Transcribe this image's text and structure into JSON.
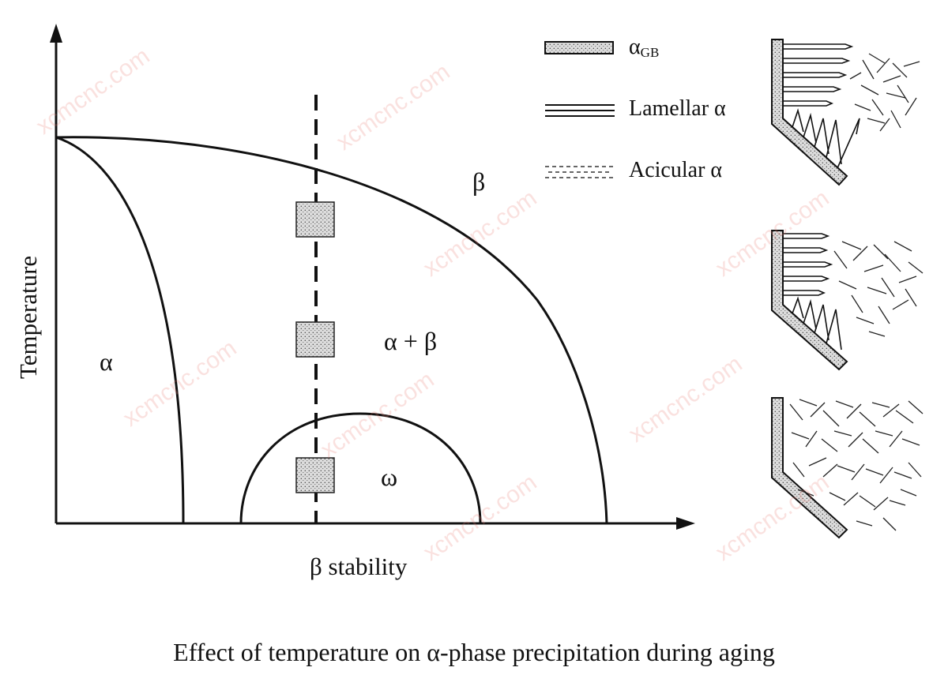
{
  "axes": {
    "x_label": "β stability",
    "y_label": "Temperature"
  },
  "regions": {
    "alpha": "α",
    "beta": "β",
    "alpha_beta": "α + β",
    "omega": "ω"
  },
  "legend": {
    "grain_boundary_symbol": "α",
    "grain_boundary_sub": "GB",
    "lamellar": "Lamellar α",
    "acicular": "Acicular α"
  },
  "caption": "Effect of temperature on α-phase precipitation during aging",
  "watermark": "xcmcnc.com",
  "colors": {
    "line": "#111111",
    "stipple_fill": "#d9d9d9",
    "watermark": "#e8786e"
  },
  "precipitate_markers": [
    "high-temperature",
    "mid-temperature",
    "low-temperature"
  ],
  "microstructures": [
    {
      "stage": "high-temperature",
      "features": [
        "grain-boundary-alpha",
        "lamellar-alpha",
        "acicular-alpha"
      ]
    },
    {
      "stage": "mid-temperature",
      "features": [
        "grain-boundary-alpha",
        "lamellar-alpha",
        "acicular-alpha"
      ]
    },
    {
      "stage": "low-temperature",
      "features": [
        "grain-boundary-alpha",
        "acicular-alpha"
      ]
    }
  ]
}
